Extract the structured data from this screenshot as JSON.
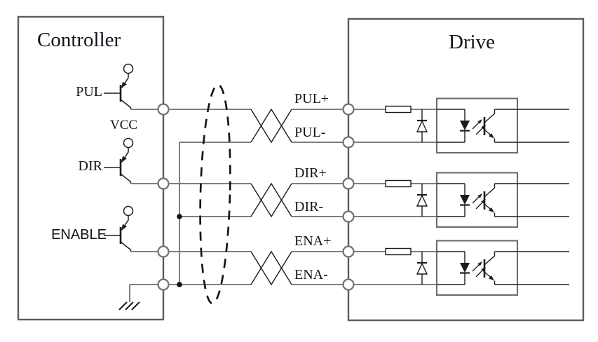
{
  "diagram": {
    "controller": {
      "title": "Controller",
      "signal_pul": "PUL",
      "signal_dir": "DIR",
      "signal_enable": "ENABLE",
      "vcc": "VCC"
    },
    "drive": {
      "title": "Drive"
    },
    "pair_labels": {
      "pul_plus": "PUL+",
      "pul_minus": "PUL-",
      "dir_plus": "DIR+",
      "dir_minus": "DIR-",
      "ena_plus": "ENA+",
      "ena_minus": "ENA-"
    },
    "colors": {
      "wire": "#7e7e7e",
      "component": "#1b1b1b",
      "box_border": "#5c5c5c",
      "text": "#13131d",
      "background": "#ffffff"
    }
  }
}
